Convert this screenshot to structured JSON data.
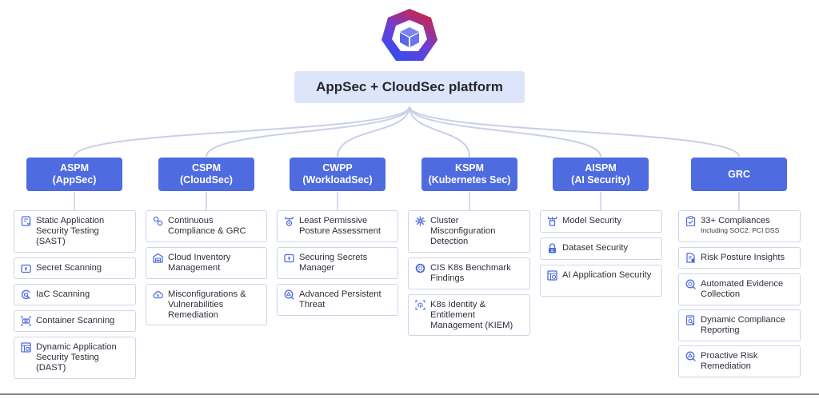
{
  "platform": {
    "logo_icon": "cube-heptagon-logo-icon",
    "title": "AppSec + CloudSec platform"
  },
  "colors": {
    "header_fill": "#4e6be0",
    "title_fill": "#dde5fa",
    "card_border": "#cfd4ea",
    "connector": "#c9cfe8",
    "icon": "#4e6be0",
    "logo_red": "#d8203a",
    "logo_blue": "#2d4ef0"
  },
  "columns": [
    {
      "name": "ASPM",
      "subtitle": "(AppSec)",
      "items": [
        {
          "label": "Static Application Security Testing (SAST)",
          "icon": "code-document-icon"
        },
        {
          "label": "Secret Scanning",
          "icon": "secret-folder-icon"
        },
        {
          "label": "IaC Scanning",
          "icon": "iac-scan-icon"
        },
        {
          "label": "Container Scanning",
          "icon": "container-icon"
        },
        {
          "label": "Dynamic Application Security Testing (DAST)",
          "icon": "app-window-icon"
        }
      ]
    },
    {
      "name": "CSPM",
      "subtitle": "(CloudSec)",
      "items": [
        {
          "label": "Continuous Compliance & GRC",
          "icon": "compliance-loop-icon"
        },
        {
          "label": "Cloud Inventory Management",
          "icon": "inventory-building-icon"
        },
        {
          "label": "Misconfigurations & Vulnerabilities Remediation",
          "icon": "cloud-alert-icon"
        }
      ]
    },
    {
      "name": "CWPP",
      "subtitle": "(WorkloadSec)",
      "items": [
        {
          "label": "Least Permissive Posture Assessment",
          "icon": "network-shield-icon"
        },
        {
          "label": "Securing Secrets Manager",
          "icon": "secret-folder-icon"
        },
        {
          "label": "Advanced Persistent Threat",
          "icon": "threat-search-icon"
        }
      ]
    },
    {
      "name": "KSPM",
      "subtitle": "(Kubernetes Sec)",
      "items": [
        {
          "label": "Cluster Misconfiguration Detection",
          "icon": "cluster-icon"
        },
        {
          "label": "CIS K8s Benchmark Findings",
          "icon": "k8s-wheel-icon"
        },
        {
          "label": "K8s Identity & Entitlement Management (KIEM)",
          "icon": "fingerprint-scan-icon"
        }
      ]
    },
    {
      "name": "AISPM",
      "subtitle": "(AI Security)",
      "items": [
        {
          "label": "Model Security",
          "icon": "model-network-icon"
        },
        {
          "label": "Dataset Security",
          "icon": "lock-icon"
        },
        {
          "label": "AI Application Security",
          "icon": "app-window-icon"
        }
      ]
    },
    {
      "name": "GRC",
      "subtitle": "",
      "items": [
        {
          "label": "33+ Compliances",
          "sublabel": "Including SOC2, PCI DSS",
          "icon": "clipboard-check-icon"
        },
        {
          "label": "Risk Posture Insights",
          "icon": "report-user-icon"
        },
        {
          "label": "Automated Evidence Collection",
          "icon": "evidence-search-icon"
        },
        {
          "label": "Dynamic Compliance Reporting",
          "icon": "report-search-icon"
        },
        {
          "label": "Proactive Risk Remediation",
          "icon": "threat-search-icon"
        }
      ]
    }
  ]
}
